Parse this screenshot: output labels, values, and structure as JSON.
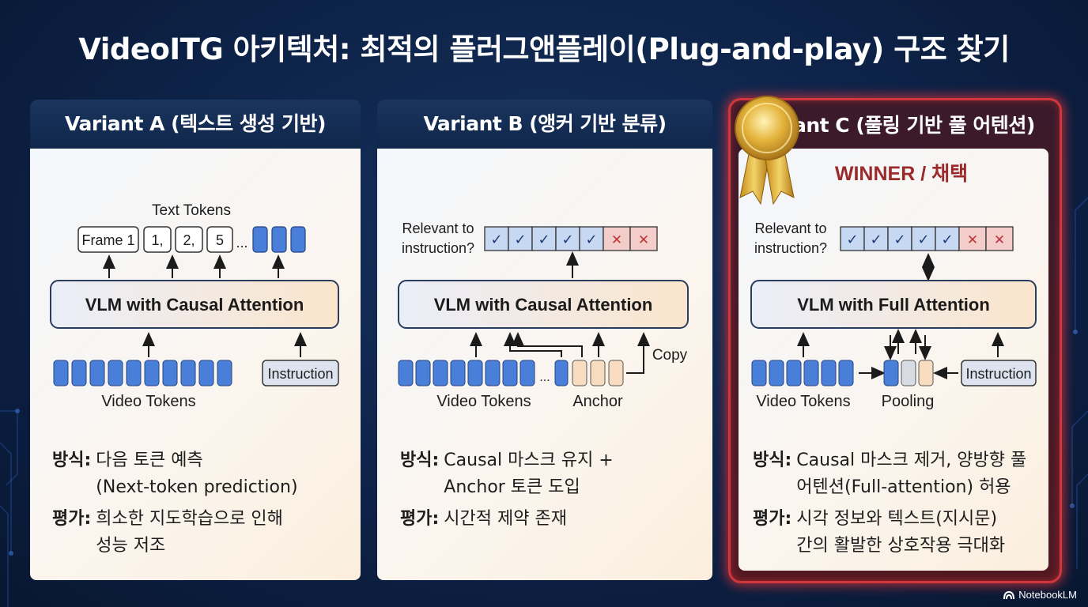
{
  "title": "VideoITG 아키텍처: 최적의 플러그앤플레이(Plug-and-play) 구조 찾기",
  "panels": {
    "a": {
      "header": "Variant A (텍스트 생성 기반)",
      "text_tokens_label": "Text Tokens",
      "frame_label": "Frame 1",
      "num1": "1,",
      "num2": "2,",
      "num3": "5",
      "ellipsis": "...",
      "model_label": "VLM with Causal Attention",
      "instruction_label": "Instruction",
      "video_tokens_label": "Video Tokens",
      "method_label": "방식:",
      "method_text": "다음 토큰 예측\n(Next-token prediction)",
      "eval_label": "평가:",
      "eval_text": "희소한 지도학습으로 인해\n성능 저조"
    },
    "b": {
      "header": "Variant B (앵커 기반 분류)",
      "relevant_line1": "Relevant to",
      "relevant_line2": "instruction?",
      "model_label": "VLM with Causal Attention",
      "copy_label": "Copy",
      "ellipsis": "...",
      "video_tokens_label": "Video Tokens",
      "anchor_label": "Anchor",
      "method_label": "방식:",
      "method_text": "Causal 마스크 유지 +\nAnchor 토큰 도입",
      "eval_label": "평가:",
      "eval_text": "시간적 제약 존재"
    },
    "c": {
      "header": "Variant C (풀링 기반 풀 어텐션)",
      "winner_label": "WINNER / 채택",
      "relevant_line1": "Relevant to",
      "relevant_line2": "instruction?",
      "model_label": "VLM with Full Attention",
      "instruction_label": "Instruction",
      "video_tokens_label": "Video Tokens",
      "pooling_label": "Pooling",
      "method_label": "방식:",
      "method_text": "Causal 마스크 제거, 양방향 풀\n어텐션(Full-attention) 허용",
      "eval_label": "평가:",
      "eval_text": "시각 정보와 텍스트(지시문)\n간의 활발한 상호작용 극대화"
    }
  },
  "marks": {
    "check": "✓",
    "cross": "✕"
  },
  "colors": {
    "token_blue": "#4a7fd9",
    "check_cell": "#c7d9f2",
    "cross_cell": "#f2cdc9",
    "winner_red": "#d0373d",
    "winner_text": "#9b2b2b",
    "model_fill": "#eef1f8"
  },
  "brand": "NotebookLM"
}
